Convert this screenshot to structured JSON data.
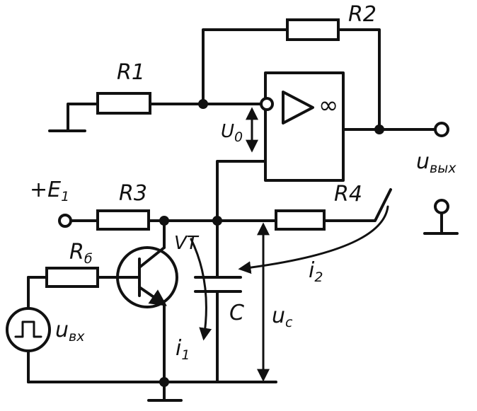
{
  "labels": {
    "r1": "R1",
    "r2": "R2",
    "r3": "R3",
    "r4": "R4",
    "rb_main": "R",
    "rb_sub": "б",
    "e_main": "+E",
    "e_sub": "1",
    "u0_main": "U",
    "u0_sub": "0",
    "uout_main": "u",
    "uout_sub": "вых",
    "uin_main": "u",
    "uin_sub": "вх",
    "uc_main": "u",
    "uc_sub": "c",
    "vt": "VT",
    "c": "C",
    "i1_main": "i",
    "i1_sub": "1",
    "i2_main": "i",
    "i2_sub": "2",
    "opamp_symbol": "∞"
  }
}
